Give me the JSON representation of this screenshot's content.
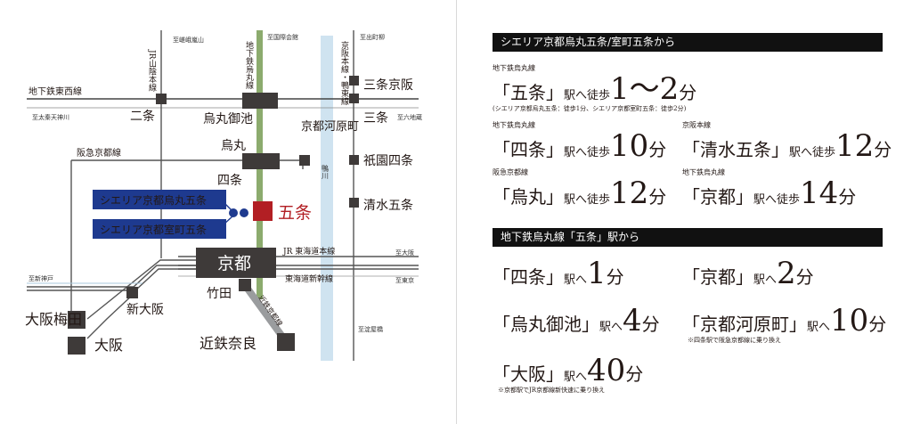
{
  "map": {
    "directions": {
      "saga_arashiyama": "至嵯峨嵐山",
      "kokusaikaikan": "至国際会館",
      "demachiyanagi": "至出町柳",
      "uzumasa_tenjingawa": "至太秦天神川",
      "rokujizo": "至六地蔵",
      "osaka": "至大阪",
      "tokyo": "至東京",
      "shin_kobe": "至新神戸",
      "yodoyabashi": "至淀屋橋"
    },
    "lines": {
      "jr_sanin": "JR山陰本線",
      "chikatetsu_karasuma": "地下鉄烏丸線",
      "keihan_kamo": "京阪本線・鴨東線",
      "chikatetsu_tozai": "地下鉄東西線",
      "hankyu_kyoto": "阪急京都線",
      "jr_tokaido": "JR 東海道本線",
      "tokaido_shinkansen": "東海道新幹線",
      "kintetsu_kyoto": "近鉄京都線"
    },
    "river": "鴨川",
    "stations": {
      "sanjo_keihan": "三条京阪",
      "nijo": "二条",
      "karasuma_oike": "烏丸御池",
      "sanjo": "三条",
      "kyoto_kawaramachi": "京都河原町",
      "karasuma": "烏丸",
      "gion_shijo": "祇園四条",
      "shijo": "四条",
      "gojo": "五条",
      "kiyomizu_gojo": "清水五条",
      "kyoto": "京都",
      "takeda": "竹田",
      "shin_osaka": "新大阪",
      "osaka_umeda": "大阪梅田",
      "osaka": "大阪",
      "kintetsu_nara": "近鉄奈良"
    },
    "property_a": "シエリア京都烏丸五条",
    "property_b": "シエリア京都室町五条"
  },
  "section1": {
    "header": "シエリア京都烏丸五条/室町五条から",
    "items": [
      {
        "line": "地下鉄烏丸線",
        "station": "「五条」",
        "suffix": "駅へ徒歩",
        "time": "1〜2",
        "unit": "分",
        "note": "(シエリア京都烏丸五条：徒歩1分、シエリア京都室町五条：徒歩2分)"
      },
      {
        "line": "地下鉄烏丸線",
        "station": "「四条」",
        "suffix": "駅へ徒歩",
        "time": "10",
        "unit": "分",
        "note": ""
      },
      {
        "line": "京阪本線",
        "station": "「清水五条」",
        "suffix": "駅へ徒歩",
        "time": "12",
        "unit": "分",
        "note": ""
      },
      {
        "line": "阪急京都線",
        "station": "「烏丸」",
        "suffix": "駅へ徒歩",
        "time": "12",
        "unit": "分",
        "note": ""
      },
      {
        "line": "地下鉄烏丸線",
        "station": "「京都」",
        "suffix": "駅へ徒歩",
        "time": "14",
        "unit": "分",
        "note": ""
      }
    ]
  },
  "section2": {
    "header": "地下鉄烏丸線「五条」駅から",
    "items": [
      {
        "station": "「四条」",
        "suffix": "駅へ",
        "time": "1",
        "unit": "分",
        "note": ""
      },
      {
        "station": "「京都」",
        "suffix": "駅へ",
        "time": "2",
        "unit": "分",
        "note": ""
      },
      {
        "station": "「烏丸御池」",
        "suffix": "駅へ",
        "time": "4",
        "unit": "分",
        "note": ""
      },
      {
        "station": "「京都河原町」",
        "suffix": "駅へ",
        "time": "10",
        "unit": "分",
        "note": "※四条駅で阪急京都線に乗り換え"
      },
      {
        "station": "「大阪」",
        "suffix": "駅へ",
        "time": "40",
        "unit": "分",
        "note": "※京都駅でJR京都線新快速に乗り換え"
      }
    ]
  },
  "colors": {
    "navy": "#1e3a8f",
    "gojo_red": "#b21f24",
    "karasuma_line": "#8cab6e",
    "kintetsu_line": "#9a9c9e",
    "river": "#cfe3f0",
    "station_box": "#3e3a39"
  }
}
